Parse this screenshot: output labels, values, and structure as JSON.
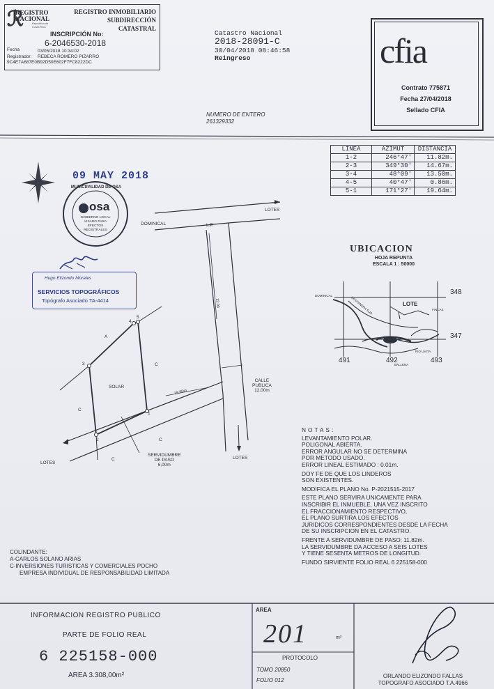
{
  "registry": {
    "logo_line1": "REGISTRO",
    "logo_line2": "NACIONAL",
    "logo_sub": "Republica de Costa Rica",
    "title_line1": "REGISTRO INMOBILIARIO",
    "title_line2": "SUBDIRECCIÓN",
    "title_line3": "CATASTRAL",
    "inscripcion_label": "INSCRIPCIÓN No:",
    "inscripcion_no": "6-2046530-2018",
    "fecha_label": "Fecha",
    "fecha_value": "03/05/2018 10:34:02",
    "registrador_label": "Registrador:",
    "registrador_value": "REBECA ROMERO PIZARRO",
    "hash": "9C4E7A687E0B92D50E602F7FC8222DC"
  },
  "catastro": {
    "title": "Catastro Nacional",
    "number": "2018-28091-C",
    "datetime": "30/04/2018 08:46:58",
    "status": "Reingreso"
  },
  "cfia": {
    "logo": "cfia",
    "contrato": "Contrato 775871",
    "fecha": "Fecha 27/04/2018",
    "sellado": "Sellado CFIA"
  },
  "entero": {
    "label": "NUMERO DE ENTERO",
    "value": "261329332"
  },
  "azimut_table": {
    "headers": [
      "LINEA",
      "AZIMUT",
      "DISTANCIA"
    ],
    "rows": [
      [
        "1-2",
        "246°47'",
        "11.82m."
      ],
      [
        "2-3",
        "349°30'",
        "14.67m."
      ],
      [
        "3-4",
        "48°09'",
        "13.50m."
      ],
      [
        "4-5",
        "40°47'",
        "0.86m."
      ],
      [
        "5-1",
        "171°27'",
        "19.64m."
      ]
    ]
  },
  "stamps": {
    "date": "09 MAY 2018",
    "municipal_ring": "MUNICIPALIDAD DE OSA",
    "municipal_logo": "osa",
    "municipal_t1": "GOBIERNO LOCAL",
    "municipal_t2": "VISADO PARA",
    "municipal_t3": "EFECTOS",
    "municipal_t4": "REGISTRALES",
    "topo_name": "Hugo Elizondo Morales",
    "topo_title": "SERVICIOS TOPOGRÁFICOS",
    "topo_sub": "Topógrafo Asociado TA-4414"
  },
  "plan": {
    "lotes_top": "LOTES",
    "dominical": "DOMINICAL",
    "lp": "L.P.",
    "vertex_labels": [
      "1",
      "2",
      "3",
      "4",
      "5"
    ],
    "a_label": "A",
    "c_label": "C",
    "solar": "SOLAR",
    "width_label": "19.90m",
    "side_label": "12.00",
    "calle_line1": "CALLE",
    "calle_line2": "PUBLICA",
    "calle_line3": "12,00m",
    "serv_line1": "SERVIDUMBRE",
    "serv_line2": "DE PASO",
    "serv_line3": "6,00m",
    "lotes_left": "LOTES",
    "lotes_bottom": "LOTES"
  },
  "ubicacion": {
    "title": "UBICACION",
    "hoja": "HOJA REPUNTA",
    "escala": "ESCALA 1 : 50000",
    "grid_right": [
      "348",
      "347"
    ],
    "grid_bottom": [
      "491",
      "492",
      "493"
    ],
    "map_labels": {
      "dominical": "DOMINICAL",
      "costanera": "COSTANERA SUR",
      "lote": "LOTE",
      "fincas": "FINCAS",
      "rio": "RIO UVITA",
      "ballena": "BALLENA"
    }
  },
  "notas": {
    "header": "NOTAS:",
    "block1": [
      "LEVANTAMIENTO POLAR.",
      "POLIGONAL ABIERTA.",
      "ERROR ANGULAR NO SE DETERMINA",
      "POR METODO USADO.",
      "ERROR LINEAL ESTIMADO : 0.01m."
    ],
    "block2": [
      "DOY FE DE QUE LOS LINDEROS",
      "SON EXISTENTES."
    ],
    "block3": [
      "MODIFICA EL PLANO No. P-2021515-2017"
    ],
    "block4": [
      "ESTE PLANO SERVIRA UNICAMENTE PARA",
      "INSCRIBIR EL INMUEBLE. UNA VEZ INSCRITO",
      "EL FRACCIONAMIENTO RESPECTIVO,",
      "EL PLANO SURTIRA LOS EFECTOS",
      "JURIDICOS CORRESPONDIENTES DESDE LA FECHA",
      "DE SU INSCRIPCION EN EL CATASTRO."
    ],
    "block5": [
      "FRENTE A SERVIDUMBRE DE PASO: 11.82m.",
      "LA SERVIDUMBRE DA ACCESO A SEIS LOTES",
      "Y TIENE SESENTA METROS DE LONGITUD."
    ],
    "block6": [
      "FUNDO SIRVIENTE FOLIO REAL 6 225158-000"
    ]
  },
  "colindante": {
    "label": "COLINDANTE:",
    "a": "A-CARLOS SOLANO ARIAS",
    "c1": "C-INVERSIONES TURISTICAS Y COMERCIALES POCHO",
    "c2": "EMPRESA INDIVIDUAL DE RESPONSABILIDAD LIMITADA"
  },
  "footer": {
    "info_title": "INFORMACION REGISTRO PUBLICO",
    "parte": "PARTE DE FOLIO REAL",
    "folio_real": "6  225158-000",
    "area_total": "AREA  3.308,00m²",
    "area_label": "AREA",
    "area_value": "201",
    "area_unit": "m²",
    "protocolo": "PROTOCOLO",
    "tomo": "TOMO 20850",
    "folio": "FOLIO 012",
    "signer_name": "ORLANDO ELIZONDO FALLAS",
    "signer_title": "TOPOGRAFO ASOCIADO T.A.4966"
  }
}
